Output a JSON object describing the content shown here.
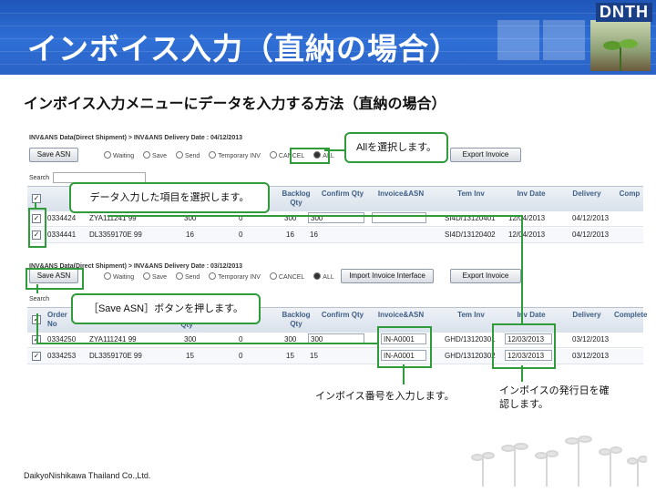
{
  "header": {
    "title": "インボイス入力（直納の場合）",
    "brand": "DNTH"
  },
  "subtitle": "インボイス入力メニューにデータを入力する方法（直納の場合）",
  "panel1": {
    "breadcrumb": "INV&ANS Data(Direct Shipment) > INV&ANS Delivery Date : 04/12/2013",
    "save_button": "Save ASN",
    "export_button": "Export Invoice",
    "radios": [
      "Waiting",
      "Save",
      "Send",
      "Temporary INV",
      "CANCEL",
      "ALL"
    ],
    "selected_radio": "ALL",
    "search_label": "Search",
    "columns": [
      "Backlog Qty",
      "Confirm Qty",
      "Invoice&ASN",
      "Tem Inv",
      "Inv Date",
      "Delivery",
      "Comp"
    ],
    "rows": [
      {
        "checked": true,
        "order": "0334424",
        "part": "ZYA111241 99",
        "qty": "300",
        "shipped": "0",
        "backlog": "300",
        "confirm": "300",
        "invoice": "",
        "tem_inv": "SI4D/13120401",
        "inv_date": "12/04/2013",
        "delivery": "04/12/2013"
      },
      {
        "checked": true,
        "order": "0334441",
        "part": "DL3359170E 99",
        "qty": "16",
        "shipped": "0",
        "backlog": "16",
        "confirm": "16",
        "invoice": "",
        "tem_inv": "SI4D/13120402",
        "inv_date": "12/04/2013",
        "delivery": "04/12/2013"
      }
    ]
  },
  "panel2": {
    "breadcrumb": "INV&ANS Data(Direct Shipment) > INV&ANS Delivery Date : 03/12/2013",
    "save_button": "Save ASN",
    "import_button": "Import Invoice Interface",
    "export_button": "Export Invoice",
    "radios": [
      "Waiting",
      "Save",
      "Send",
      "Temporary INV",
      "CANCEL",
      "ALL"
    ],
    "selected_radio": "ALL",
    "search_label": "Search",
    "columns": [
      "Order No",
      "Qty",
      "Backlog Qty",
      "Confirm Qty",
      "Invoice&ASN",
      "Tem Inv",
      "Inv Date",
      "Delivery",
      "Complete"
    ],
    "rows": [
      {
        "checked": true,
        "order": "0334250",
        "part": "ZYA111241 99",
        "qty": "300",
        "shipped": "0",
        "backlog": "300",
        "confirm": "300",
        "invoice": "IN-A0001",
        "tem_inv": "GHD/13120301",
        "inv_date": "12/03/2013",
        "delivery": "03/12/2013"
      },
      {
        "checked": true,
        "order": "0334253",
        "part": "DL3359170E 99",
        "qty": "15",
        "shipped": "0",
        "backlog": "15",
        "confirm": "15",
        "invoice": "IN-A0001",
        "tem_inv": "GHD/13120302",
        "inv_date": "12/03/2013",
        "delivery": "03/12/2013"
      }
    ]
  },
  "callouts": {
    "select_all": "Allを選択します。",
    "select_items": "データ入力した項目を選択します。",
    "press_save": "［Save ASN］ボタンを押します。",
    "enter_invoice": "インボイス番号を入力します。",
    "confirm_date": "インボイスの発行日を確認します。"
  },
  "footer": "DaikyoNishikawa Thailand Co.,Ltd.",
  "colors": {
    "header": "#2a62c6",
    "callout_border": "#2f9b3a",
    "grid_header_text": "#3f5f85"
  }
}
